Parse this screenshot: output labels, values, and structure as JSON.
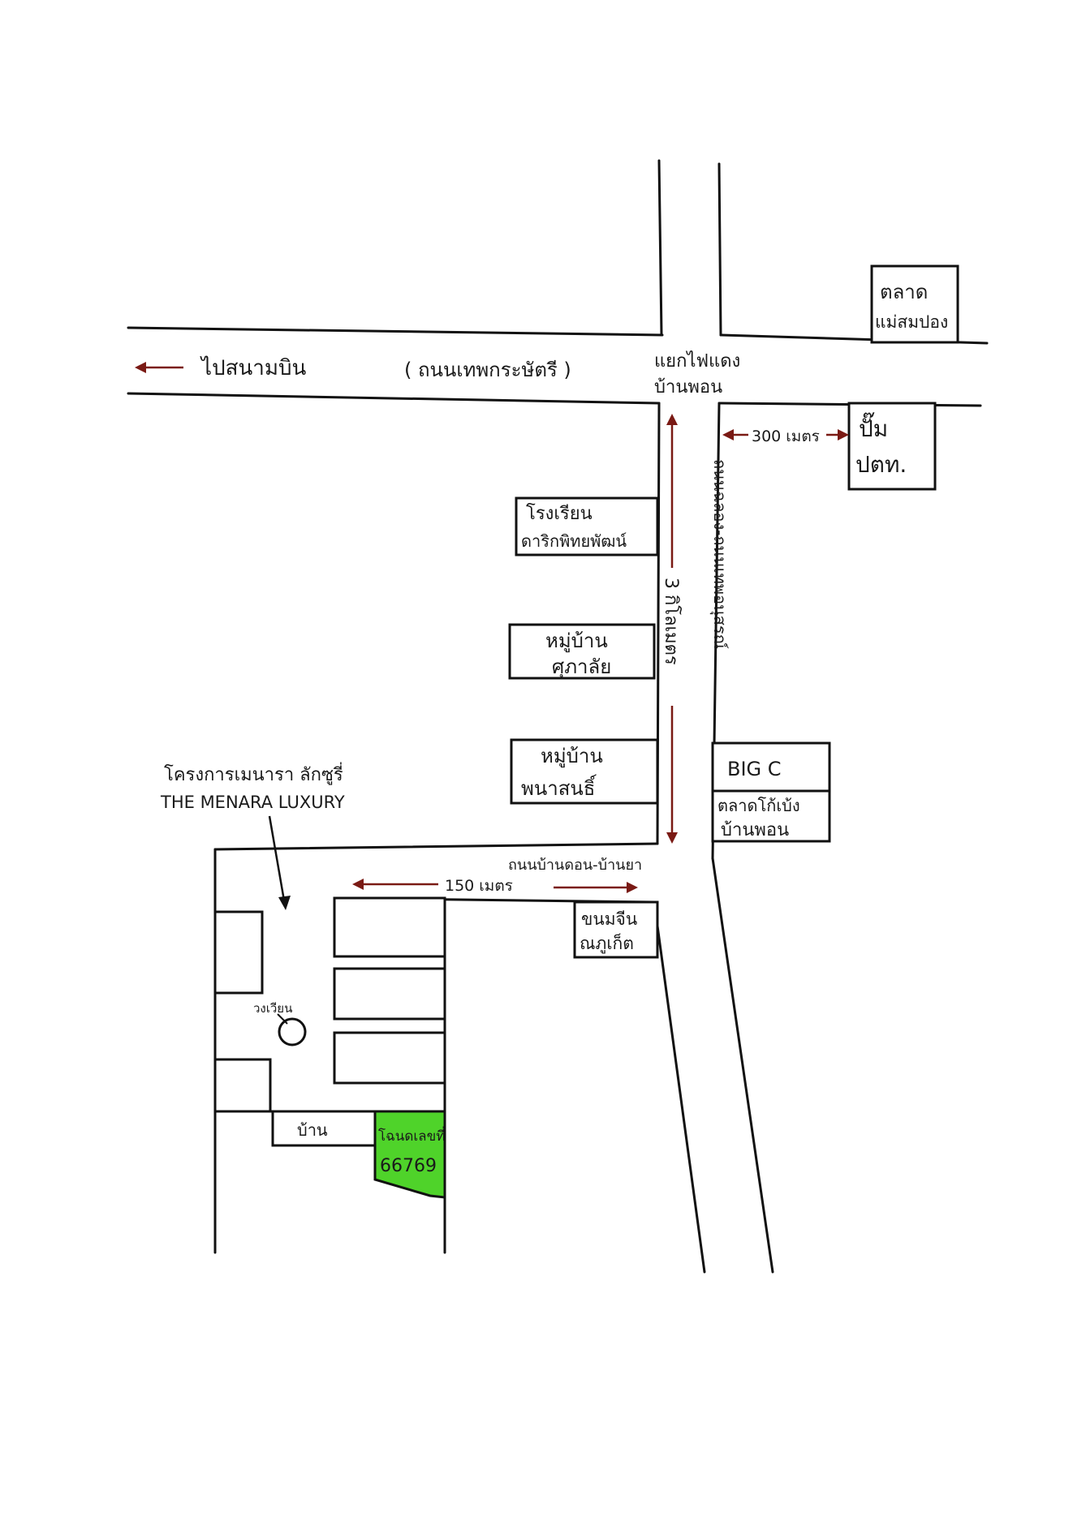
{
  "map": {
    "roads": {
      "top_road_label": "( ถนนเทพกระษัตรี )",
      "to_airport": "ไปสนามบิน",
      "junction_line1": "แยกไฟแดง",
      "junction_line2": "บ้านพอน",
      "vertical_road": "ถนนฉลอง-ถนนเทพอนุสรณ์",
      "distance_3km": "3 กิโลเมตร",
      "lower_road": "ถนนบ้านดอน-บ้านยา",
      "distance_150m": "150 เมตร",
      "distance_300m": "300 เมตร"
    },
    "places": {
      "market_top": [
        "ตลาด",
        "แม่สมปอง"
      ],
      "gas_station": [
        "ปั๊ม",
        "ปตท."
      ],
      "school": [
        "โรงเรียน",
        "ดาริกพิทยพัฒน์"
      ],
      "village1": [
        "หมู่บ้าน",
        "ศุภาลัย"
      ],
      "village2": [
        "หมู่บ้าน",
        "พนาสนธิ์"
      ],
      "bigc": "BIG C",
      "market_bigc": [
        "ตลาดโก้เบ้ง",
        "บ้านพอน"
      ],
      "noodle_shop": [
        "ขนมจีน",
        "ณภูเก็ต"
      ],
      "house": "บ้าน",
      "roundabout": "วงเวียน",
      "land_plot": [
        "โฉนดเลขที่",
        "66769"
      ]
    },
    "project": {
      "name_thai": "โครงการเมนารา ลักซูรี่",
      "name_english": "THE MENARA LUXURY"
    },
    "colors": {
      "highlight_plot": "#4fd32a",
      "arrow": "#7a1a14",
      "ink": "#111111"
    }
  }
}
